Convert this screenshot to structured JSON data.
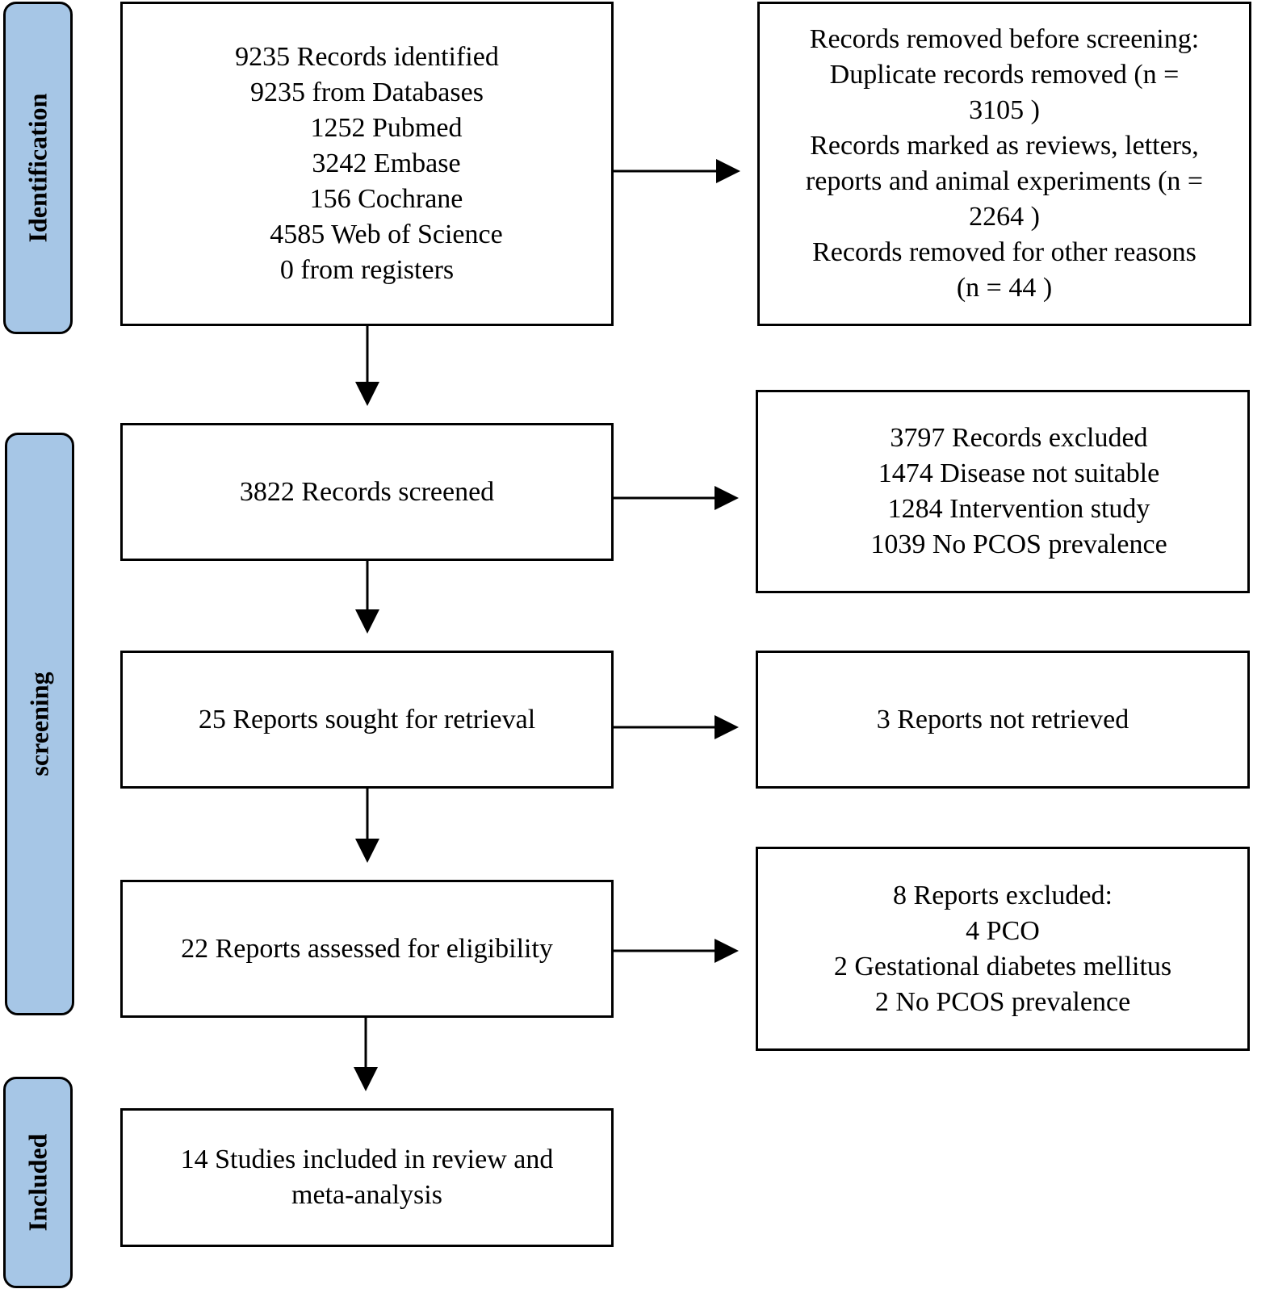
{
  "phases": {
    "identification": "Identification",
    "screening": "screening",
    "included": "Included"
  },
  "boxes": {
    "identified": {
      "lines": [
        "9235 Records identified",
        "9235 from Databases",
        "1252 Pubmed",
        "3242 Embase",
        "156 Cochrane",
        "4585 Web of Science",
        "0 from registers"
      ]
    },
    "removed_before_screening": {
      "lines": [
        "Records removed before screening:",
        "Duplicate records removed  (n =",
        "3105 )",
        "Records marked as reviews, letters,",
        "reports and animal experiments  (n =",
        "2264 )",
        "Records removed for other reasons",
        "(n = 44 )"
      ]
    },
    "screened": {
      "lines": [
        "3822 Records screened"
      ]
    },
    "excluded": {
      "lines": [
        "3797 Records excluded",
        "1474 Disease not suitable",
        "1284 Intervention study",
        "1039 No PCOS prevalence"
      ]
    },
    "sought": {
      "lines": [
        "25 Reports sought for retrieval"
      ]
    },
    "not_retrieved": {
      "lines": [
        "3 Reports not retrieved"
      ]
    },
    "assessed": {
      "lines": [
        "22 Reports assessed for eligibility"
      ]
    },
    "reports_excluded": {
      "lines": [
        "8 Reports excluded:",
        "4 PCO",
        "2 Gestational diabetes mellitus",
        "2 No PCOS prevalence"
      ]
    },
    "included": {
      "lines": [
        "14 Studies included in review and",
        "meta-analysis"
      ]
    }
  }
}
